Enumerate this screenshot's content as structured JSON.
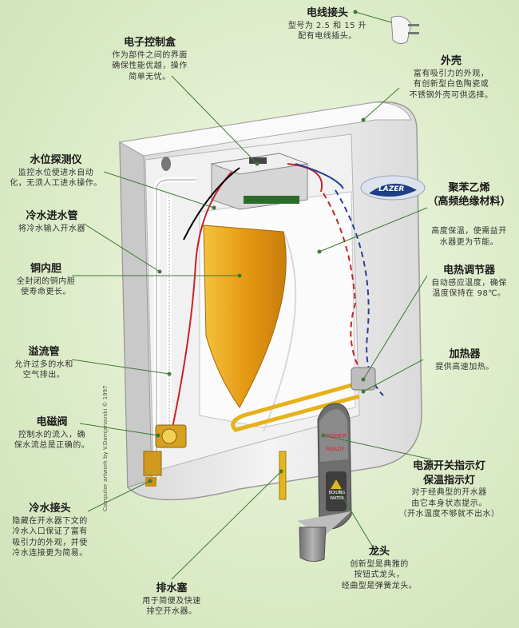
{
  "brand": {
    "logo_text": "LAZER"
  },
  "indicator_panel": {
    "power": "POWER",
    "ready": "READY",
    "button": "BOILING WATER"
  },
  "credit": "Computer artwork by V.Damjanovski © 1997",
  "labels": {
    "power_plug": {
      "title": "电线接头",
      "desc": "型号为 2.5 和 15 升\n配有电线插头。"
    },
    "shell": {
      "title": "外壳",
      "desc": "富有吸引力的外观，\n有创新型白色陶瓷或\n不锈钢外壳可供选择。"
    },
    "control_box": {
      "title": "电子控制盒",
      "desc": "作为部件之间的界面\n确保性能优越，操作\n简单无忧。"
    },
    "water_level_sensor": {
      "title": "水位探测仪",
      "desc": "监控水位使进水自动\n化，无须人工进水操作。"
    },
    "polystyrene": {
      "title": "聚苯乙烯\n（高频绝缘材料）",
      "desc": "高度保温，使需益开\n水器更为节能。"
    },
    "cold_inlet_pipe": {
      "title": "冷水进水管",
      "desc": "将冷水输入开水器"
    },
    "copper_tank": {
      "title": "铜内胆",
      "desc": "全封闭的铜内胆\n使寿命更长。"
    },
    "thermostat": {
      "title": "电热调节器",
      "desc": "自动感应温度，确保\n温度保持在 98℃。"
    },
    "overflow_pipe": {
      "title": "溢流管",
      "desc": "允许过多的水和\n空气排出。"
    },
    "heater": {
      "title": "加热器",
      "desc": "提供高速加热。"
    },
    "solenoid_valve": {
      "title": "电磁阀",
      "desc": "控制水的流入，确\n保水流总是正确的。"
    },
    "indicator_lights": {
      "title": "电源开关指示灯\n保温指示灯",
      "desc": "对于经典型的开水器\n由它本身状态提示。\n（开水温度不够就不出水）"
    },
    "cold_water_connector": {
      "title": "冷水接头",
      "desc": "隐藏在开水器下文的\n冷水入口保证了富有\n吸引力的外观，并使\n冷水连接更为简易。"
    },
    "tap": {
      "title": "龙头",
      "desc": "创新型是典雅的\n按钮式龙头，\n经曲型是弹簧龙头。"
    },
    "drain_plug": {
      "title": "排水塞",
      "desc": "用于简便及快速\n排空开水器。"
    }
  },
  "colors": {
    "body": "#ececec",
    "tank": "#e8a21a",
    "leader": "#3f7a33",
    "wire_red": "#c9222a",
    "wire_blue": "#2a3f94",
    "logo": "#1e3f86"
  }
}
